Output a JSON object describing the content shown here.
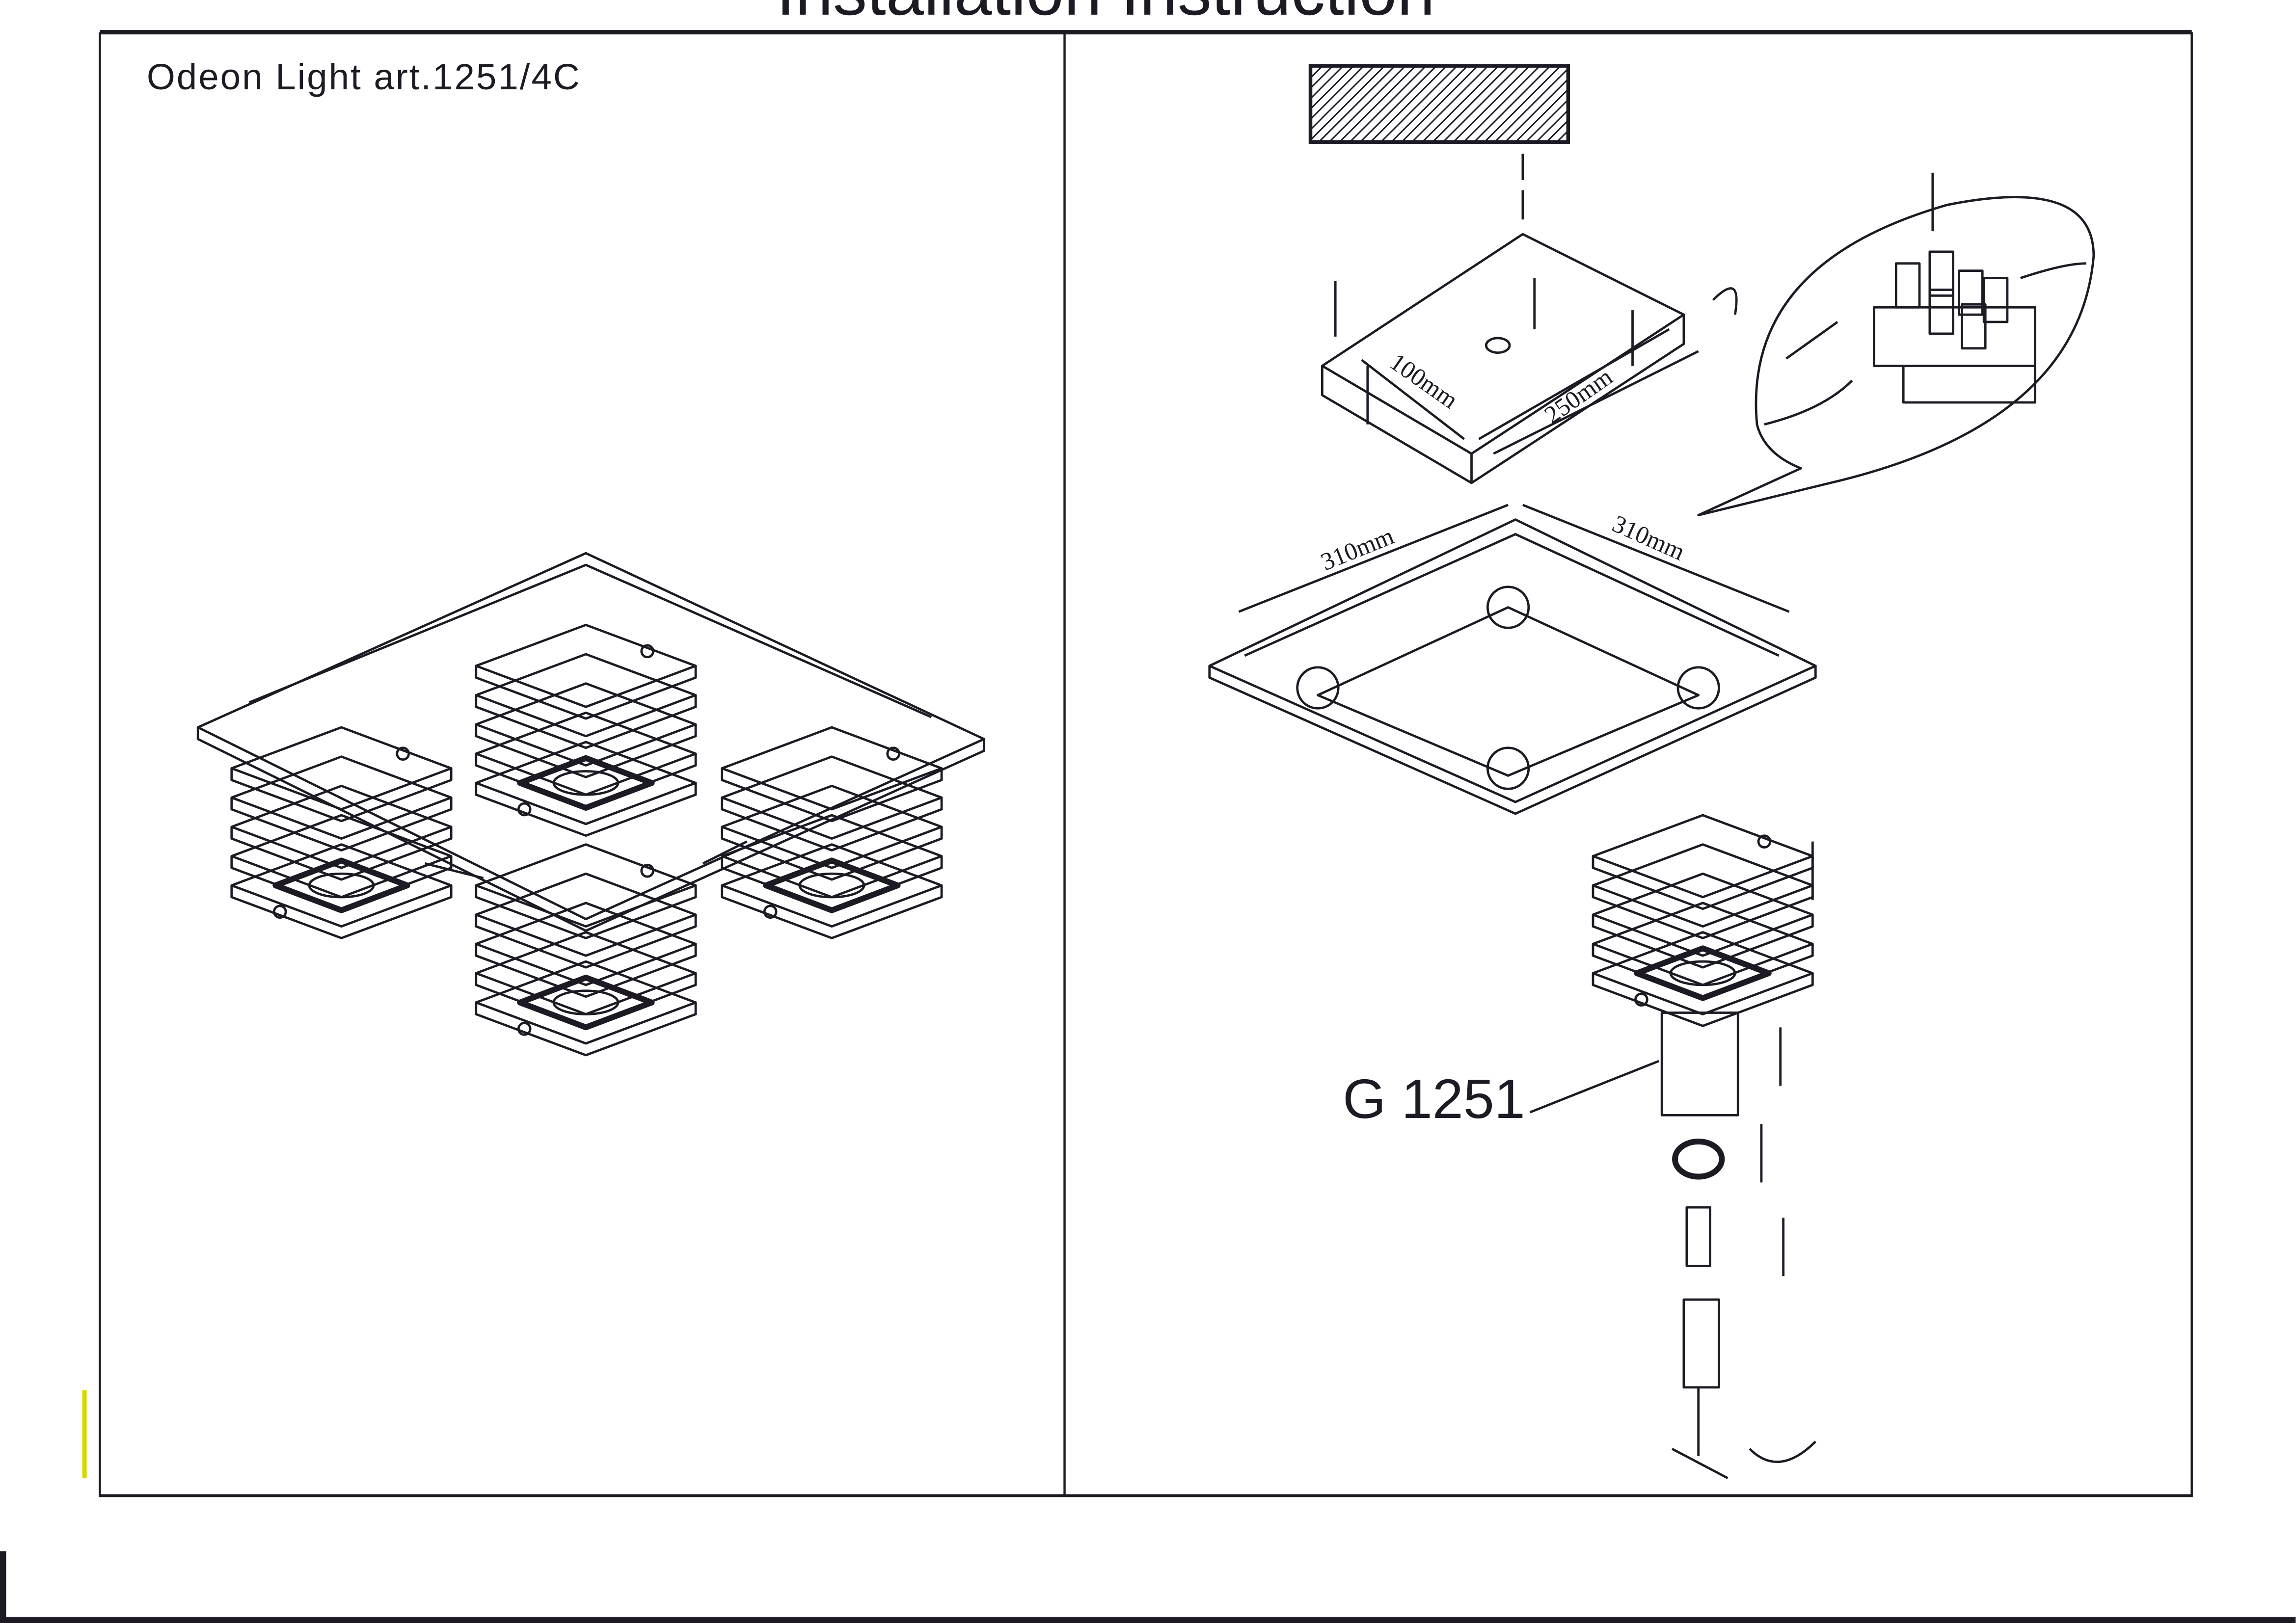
{
  "document": {
    "title": "Installation Instruction",
    "product_label": "Odeon Light art.1251/4C",
    "part_label": "G 1251"
  },
  "dimensions": {
    "mount_width": "100mm",
    "mount_length": "250mm",
    "base_side_left": "310mm",
    "base_side_right": "310mm"
  },
  "colors": {
    "ink": "#1d1a24",
    "paper": "#ffffff",
    "scan_mark": "#d6d600"
  }
}
